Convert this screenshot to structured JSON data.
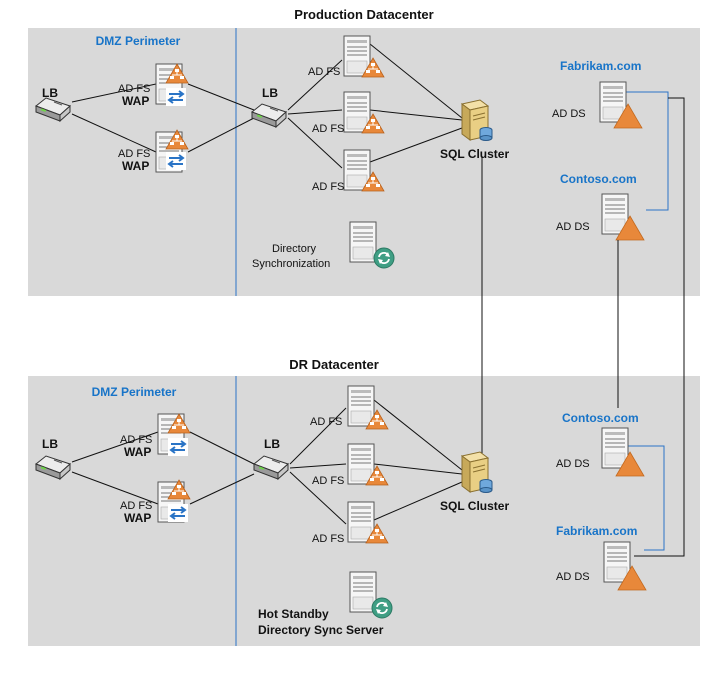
{
  "production": {
    "title": "Production Datacenter",
    "dmz_label": "DMZ Perimeter",
    "lb_outer": "LB",
    "lb_inner": "LB",
    "wap": [
      {
        "line1": "AD FS",
        "line2": "WAP"
      },
      {
        "line1": "AD FS",
        "line2": "WAP"
      }
    ],
    "adfs": [
      "AD FS",
      "AD FS",
      "AD FS"
    ],
    "sql": "SQL Cluster",
    "dirsync": [
      "Directory",
      "Synchronization"
    ],
    "domains": [
      {
        "name": "Fabrikam.com",
        "role": "AD DS"
      },
      {
        "name": "Contoso.com",
        "role": "AD DS"
      }
    ]
  },
  "dr": {
    "title": "DR Datacenter",
    "dmz_label": "DMZ Perimeter",
    "lb_outer": "LB",
    "lb_inner": "LB",
    "wap": [
      {
        "line1": "AD FS",
        "line2": "WAP"
      },
      {
        "line1": "AD FS",
        "line2": "WAP"
      }
    ],
    "adfs": [
      "AD FS",
      "AD FS",
      "AD FS"
    ],
    "sql": "SQL Cluster",
    "dirsync": [
      "Hot Standby",
      "Directory Sync Server"
    ],
    "domains": [
      {
        "name": "Contoso.com",
        "role": "AD DS"
      },
      {
        "name": "Fabrikam.com",
        "role": "AD DS"
      }
    ]
  },
  "colors": {
    "zone_bg": "#d9d9d9",
    "divider": "#2a74c6",
    "domain_text": "#1874c8",
    "triangle": "#e8883a",
    "sync": "#3f9e84"
  },
  "icons": [
    "load-balancer-icon",
    "server-icon",
    "adfs-triangle-icon",
    "wap-arrows-icon",
    "sql-server-icon",
    "sync-icon",
    "ad-ds-triangle-icon"
  ]
}
